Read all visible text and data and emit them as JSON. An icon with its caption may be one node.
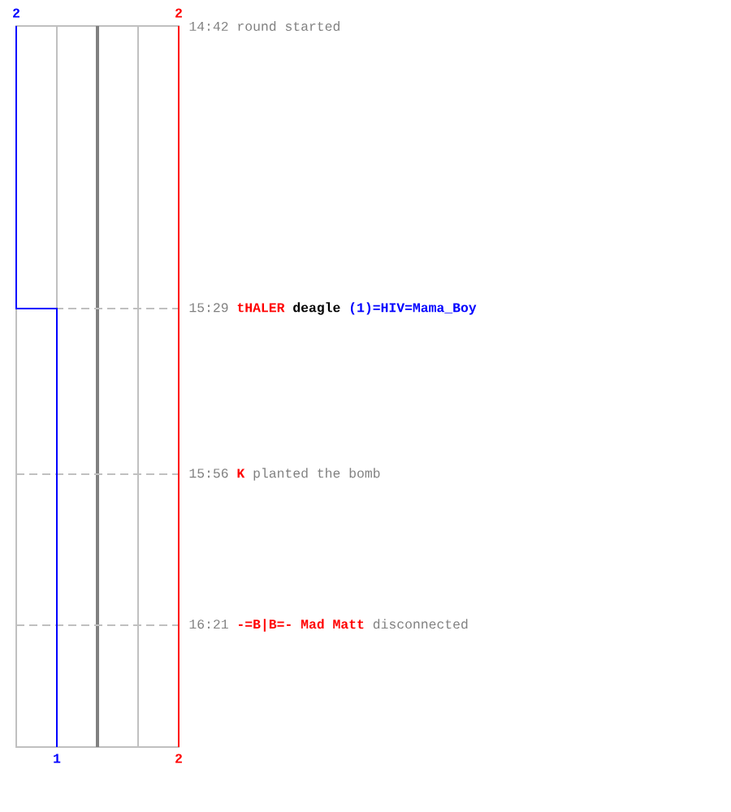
{
  "diagram": {
    "labels": [
      "2",
      "2",
      "14:42",
      "round started",
      "15:29",
      "tHALER",
      "deagle",
      "(1)=HIV=Mama_Boy",
      "15:56",
      "K",
      "planted the bomb",
      "16:21",
      "-=B|B=- Mad Matt",
      "disconnected",
      "1",
      "2"
    ]
  }
}
